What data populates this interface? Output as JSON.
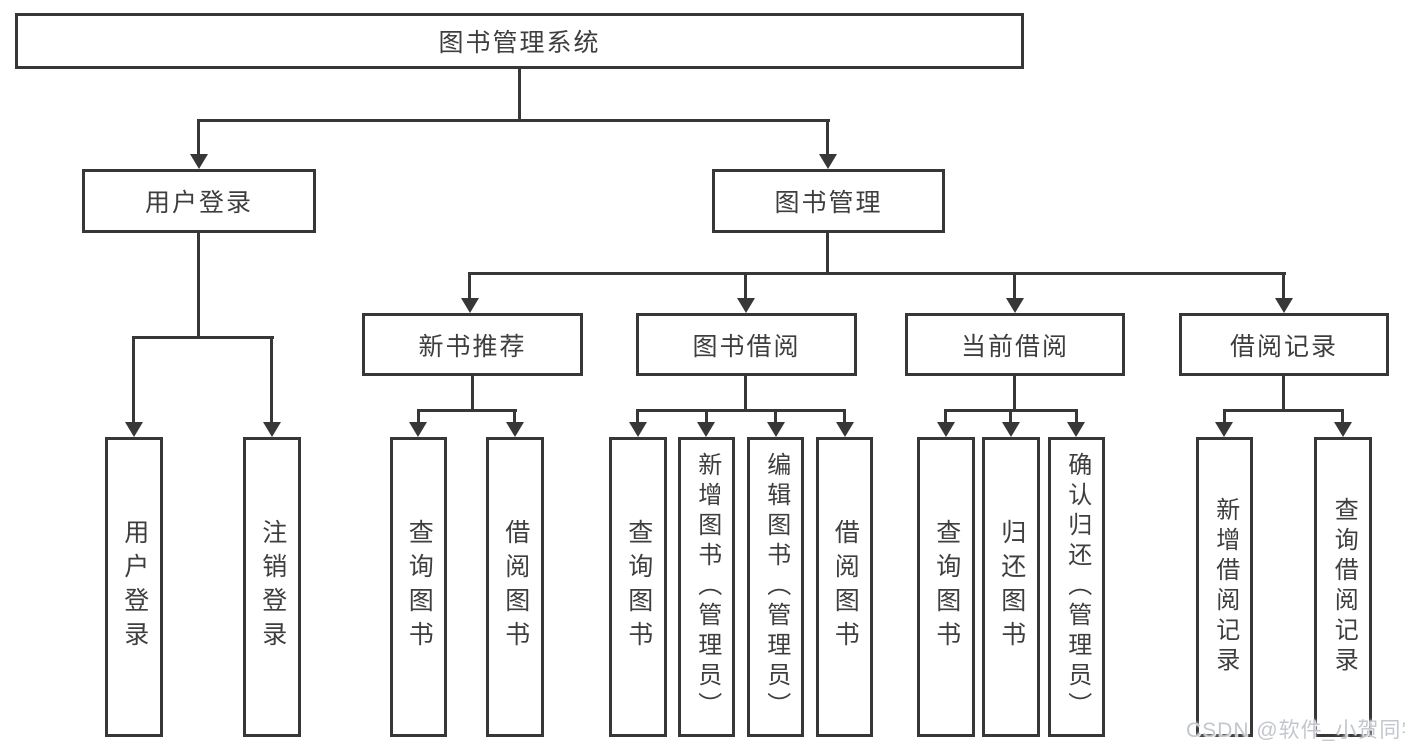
{
  "diagram": {
    "root": {
      "label": "图书管理系统"
    },
    "branches": [
      {
        "label": "用户登录",
        "children": [
          {
            "label": "用户登录"
          },
          {
            "label": "注销登录"
          }
        ]
      },
      {
        "label": "图书管理",
        "children": [
          {
            "label": "新书推荐",
            "children": [
              {
                "label": "查询图书"
              },
              {
                "label": "借阅图书"
              }
            ]
          },
          {
            "label": "图书借阅",
            "children": [
              {
                "label": "查询图书"
              },
              {
                "label": "新增图书（管理员）"
              },
              {
                "label": "编辑图书（管理员）"
              },
              {
                "label": "借阅图书"
              }
            ]
          },
          {
            "label": "当前借阅",
            "children": [
              {
                "label": "查询图书"
              },
              {
                "label": "归还图书"
              },
              {
                "label": "确认归还（管理员）"
              }
            ]
          },
          {
            "label": "借阅记录",
            "children": [
              {
                "label": "新增借阅记录"
              },
              {
                "label": "查询借阅记录"
              }
            ]
          }
        ]
      }
    ]
  },
  "watermark": {
    "text": "CSDN @软件_小贺同学"
  },
  "colors": {
    "line": "#373737",
    "text": "#3e3e3e",
    "background": "#ffffff",
    "watermark": "#c3c7cd"
  }
}
